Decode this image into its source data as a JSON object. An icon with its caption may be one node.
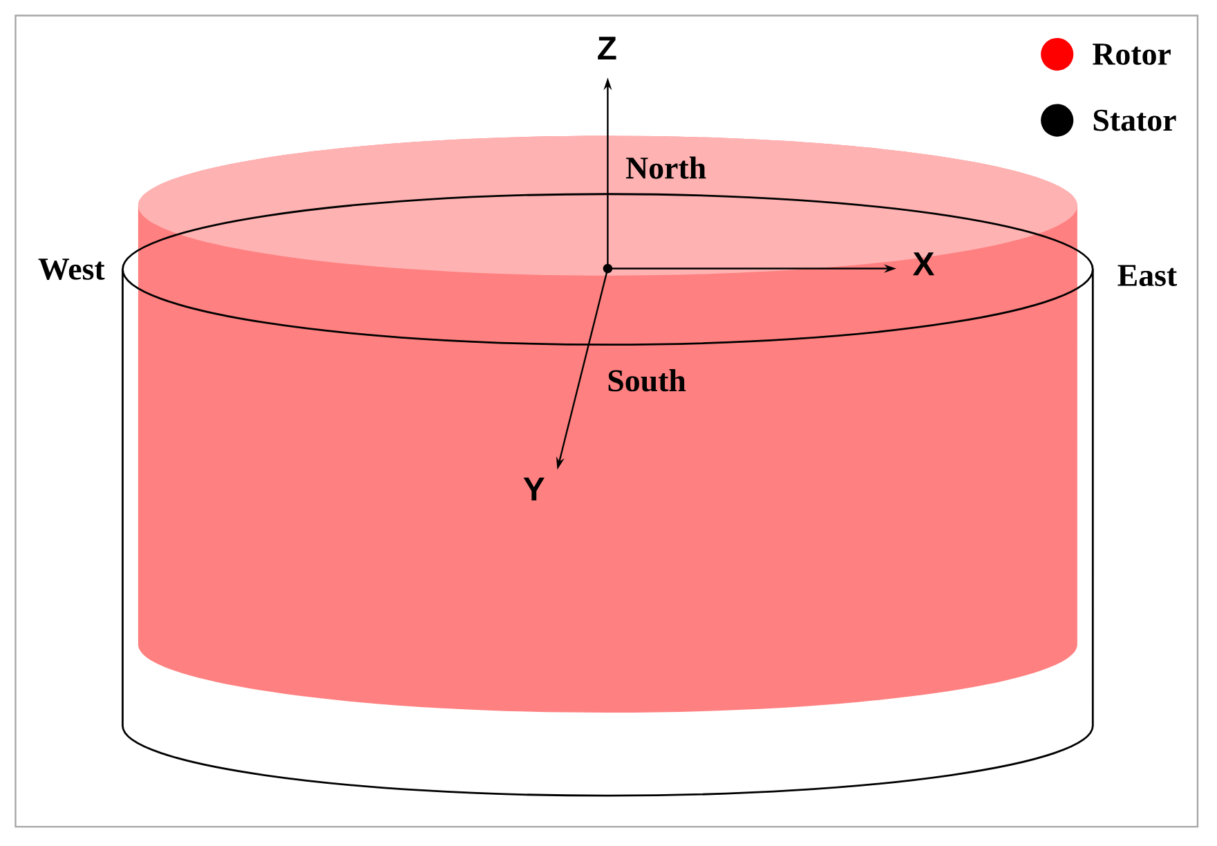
{
  "diagram": {
    "labels": [
      "Z",
      "North",
      "West",
      "X",
      "East",
      "South",
      "Y"
    ],
    "legend": [
      {
        "text": "Rotor",
        "color": "#ff0000"
      },
      {
        "text": "Stator",
        "color": "#000000"
      }
    ]
  }
}
